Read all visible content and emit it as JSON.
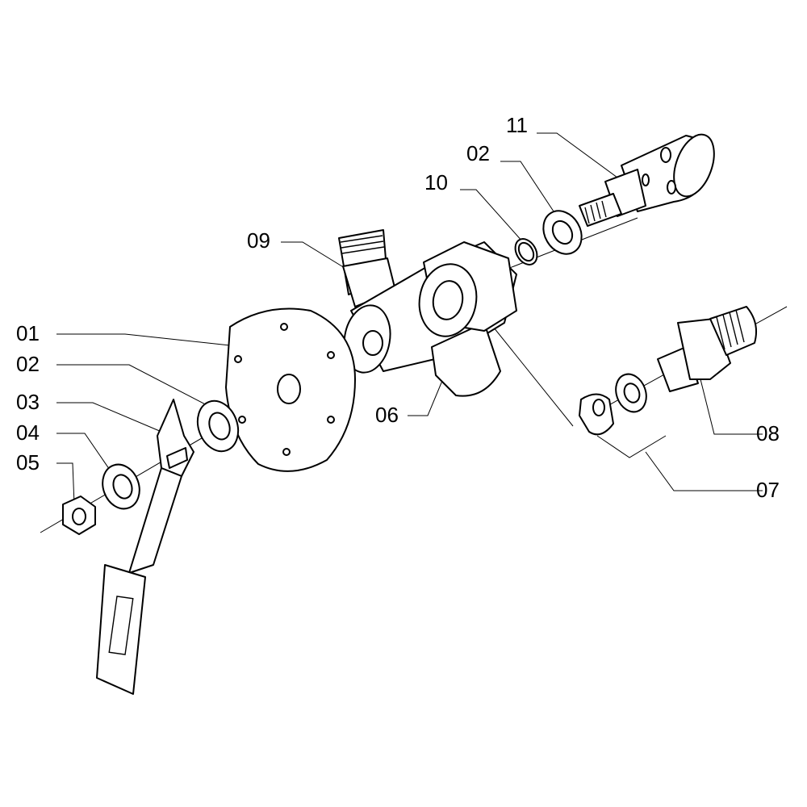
{
  "title": "Exploded parts view - valve assembly",
  "colors": {
    "line": "#000000",
    "background": "#ffffff"
  },
  "callouts": [
    {
      "id": "11",
      "part": "nozzle"
    },
    {
      "id": "02",
      "part": "washer-top"
    },
    {
      "id": "10",
      "part": "o-ring"
    },
    {
      "id": "09",
      "part": "threaded-fitting"
    },
    {
      "id": "01",
      "part": "plate"
    },
    {
      "id": "02",
      "part": "washer-left"
    },
    {
      "id": "03",
      "part": "lever"
    },
    {
      "id": "04",
      "part": "washer"
    },
    {
      "id": "05",
      "part": "nut"
    },
    {
      "id": "06",
      "part": "valve-body"
    },
    {
      "id": "08",
      "part": "connector"
    },
    {
      "id": "07",
      "part": "clip-and-washer-kit"
    }
  ]
}
